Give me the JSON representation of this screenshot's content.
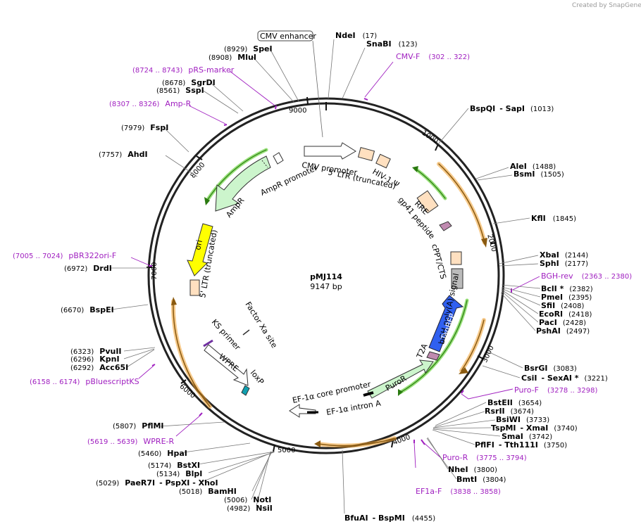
{
  "credit": "Created by SnapGene",
  "plasmid": {
    "name": "pMJ114",
    "size": "9147 bp"
  },
  "ticks": [
    "1000",
    "2000",
    "3000",
    "4000",
    "5000",
    "6000",
    "7000",
    "8000",
    "9000"
  ],
  "features": {
    "cmv_enhancer": "CMV enhancer",
    "cmv_promoter": "CMV promoter",
    "ltr5_trunc_top": "5' LTR (truncated)",
    "hiv_psi": "HIV-1 Ψ",
    "rre": "RRE",
    "gp41": "gp41 peptide",
    "cppt": "cPPT/CTS",
    "bgh": "bGH poly(A) signal",
    "tagbfp": "TagBFP",
    "t2a": "T2A",
    "puror": "PuroR",
    "ef1a_core": "EF-1α core promoter",
    "ef1a_intron": "EF-1α intron A",
    "loxp": "loxP",
    "wpre": "WPRE",
    "ks_primer": "KS primer",
    "factor_xa": "Factor Xa site",
    "ltr5_trunc_left": "5' LTR (truncated)",
    "ori": "ori",
    "ampr": "AmpR",
    "ampr_promoter": "AmpR promoter"
  },
  "sites": [
    {
      "name": "NdeI",
      "pos": "(17)"
    },
    {
      "name": "SnaBI",
      "pos": "(123)"
    },
    {
      "name": "BspQI",
      "extra": "- SapI",
      "pos": "(1013)"
    },
    {
      "name": "AleI",
      "pos": "(1488)"
    },
    {
      "name": "BsmI",
      "pos": "(1505)"
    },
    {
      "name": "KflI",
      "pos": "(1845)"
    },
    {
      "name": "XbaI",
      "pos": "(2144)"
    },
    {
      "name": "SphI",
      "pos": "(2177)"
    },
    {
      "name": "BclI *",
      "pos": "(2382)"
    },
    {
      "name": "PmeI",
      "pos": "(2395)"
    },
    {
      "name": "SfiI",
      "pos": "(2408)"
    },
    {
      "name": "EcoRI",
      "pos": "(2418)"
    },
    {
      "name": "PacI",
      "pos": "(2428)"
    },
    {
      "name": "PshAI",
      "pos": "(2497)"
    },
    {
      "name": "BsrGI",
      "pos": "(3083)"
    },
    {
      "name": "CsiI",
      "extra": "- SexAI *",
      "pos": "(3221)"
    },
    {
      "name": "BstEII",
      "pos": "(3654)"
    },
    {
      "name": "RsrII",
      "pos": "(3674)"
    },
    {
      "name": "BsiWI",
      "pos": "(3733)"
    },
    {
      "name": "TspMI",
      "extra": "- XmaI",
      "pos": "(3740)"
    },
    {
      "name": "SmaI",
      "pos": "(3742)"
    },
    {
      "name": "PflFI",
      "extra": "- Tth111I",
      "pos": "(3750)"
    },
    {
      "name": "NheI",
      "pos": "(3800)"
    },
    {
      "name": "BmtI",
      "pos": "(3804)"
    },
    {
      "name": "BfuAI",
      "extra": "- BspMI",
      "pos": "(4455)"
    },
    {
      "name": "NsiI",
      "pos": "(4982)"
    },
    {
      "name": "NotI",
      "pos": "(5006)"
    },
    {
      "name": "BamHI",
      "pos": "(5018)"
    },
    {
      "name": "PaeR7I",
      "extra": "- PspXI - XhoI",
      "pos": "(5029)"
    },
    {
      "name": "BlpI",
      "pos": "(5134)"
    },
    {
      "name": "BstXI",
      "pos": "(5174)"
    },
    {
      "name": "HpaI",
      "pos": "(5460)"
    },
    {
      "name": "PflMI",
      "pos": "(5807)"
    },
    {
      "name": "Acc65I",
      "pos": "(6292)"
    },
    {
      "name": "KpnI",
      "pos": "(6296)"
    },
    {
      "name": "PvuII",
      "pos": "(6323)"
    },
    {
      "name": "BspEI",
      "pos": "(6670)"
    },
    {
      "name": "DrdI",
      "pos": "(6972)"
    },
    {
      "name": "AhdI",
      "pos": "(7757)"
    },
    {
      "name": "FspI",
      "pos": "(7979)"
    },
    {
      "name": "SspI",
      "pos": "(8561)"
    },
    {
      "name": "SgrDI",
      "pos": "(8678)"
    },
    {
      "name": "MluI",
      "pos": "(8908)"
    },
    {
      "name": "SpeI",
      "pos": "(8929)"
    }
  ],
  "primers": [
    {
      "name": "CMV-F",
      "pos": "(302 .. 322)"
    },
    {
      "name": "BGH-rev",
      "pos": "(2363 .. 2380)"
    },
    {
      "name": "Puro-F",
      "pos": "(3278 .. 3298)"
    },
    {
      "name": "Puro-R",
      "pos": "(3775 .. 3794)"
    },
    {
      "name": "EF1a-F",
      "pos": "(3838 .. 3858)"
    },
    {
      "name": "WPRE-R",
      "pos": "(5619 .. 5639)"
    },
    {
      "name": "pBluescriptKS",
      "pos": "(6158 .. 6174)"
    },
    {
      "name": "pBR322ori-F",
      "pos": "(7005 .. 7024)"
    },
    {
      "name": "Amp-R",
      "pos": "(8307 .. 8326)"
    },
    {
      "name": "pRS-marker",
      "pos": "(8724 .. 8743)"
    }
  ],
  "colors": {
    "primer": "#a020c0",
    "orf_orange": "#f0a030",
    "orf_green": "#7ed957",
    "ampr_fill": "#ccf5cc",
    "ori_fill": "#ffff00",
    "tagbfp_fill": "#3060f0",
    "ltr_fill": "#ffe0c0"
  }
}
